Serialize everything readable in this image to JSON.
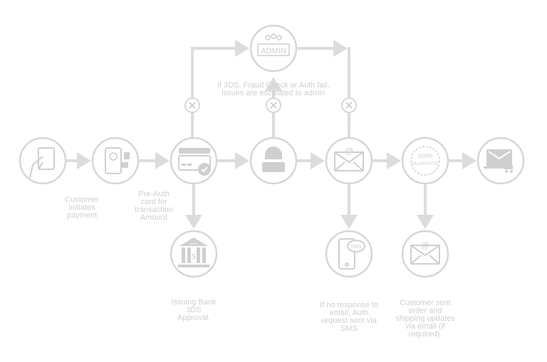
{
  "colors": {
    "line": "#dcdcdc",
    "icon": "#cfcfcf",
    "text": "#cfcfcf"
  },
  "admin": {
    "badge": "ADMIN",
    "caption_line1": "if 3DS, Fraud Check or Auth fail,",
    "caption_line2": "issues are escalated to admin"
  },
  "steps": [
    {
      "icon": "hand-card-icon",
      "label_lines": [
        "Customer",
        "initiates",
        "payment"
      ]
    },
    {
      "icon": "phone-lock-icon",
      "label_lines": [
        "Pre-Auth",
        "card for",
        "transaction",
        "Amount"
      ]
    },
    {
      "icon": "card-check-icon"
    },
    {
      "icon": "hacker-icon"
    },
    {
      "icon": "email-icon"
    },
    {
      "icon": "guarantee-badge-icon",
      "badge_text": "100%",
      "badge_sub": "GUARANTEE"
    },
    {
      "icon": "laptop-cart-icon"
    }
  ],
  "branches": [
    {
      "icon": "bank-icon",
      "badge": "BANK",
      "label_lines": [
        "Issuing Bank",
        "3DS",
        "Approval."
      ]
    },
    {
      "icon": "sms-phone-icon",
      "badge": "SMS",
      "label_lines": [
        "If no response to",
        "email, Auth",
        "request sent via",
        "SMS"
      ]
    },
    {
      "icon": "email-icon",
      "label_lines": [
        "Customer sent",
        "order and",
        "shipping updates",
        "via email (if",
        "required)."
      ]
    }
  ]
}
